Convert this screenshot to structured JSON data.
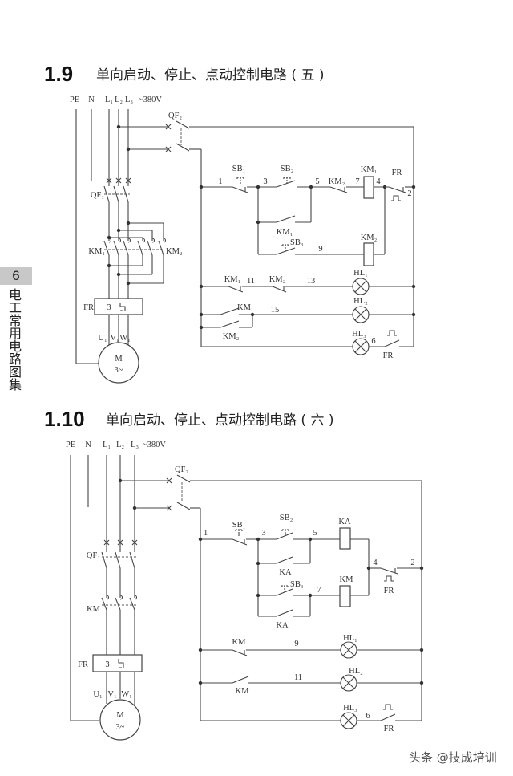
{
  "page": {
    "side_tab": {
      "chapter": "6",
      "book_title": "电工常用电路图集"
    },
    "watermark": "头条 @技成培训"
  },
  "d1": {
    "number": "1.9",
    "title": "单向启动、停止、点动控制电路 ( 五 )",
    "labels": {
      "pe": "PE",
      "n": "N",
      "l1": "L₁",
      "l2": "L₂",
      "l3": "L₃",
      "voltage": "~380V",
      "qf2": "QF₂",
      "qf1": "QF₁",
      "km1_main": "KM₁",
      "km2_main": "KM₂",
      "fr_main": "FR",
      "fr_setting": "3",
      "u": "U₁",
      "v": "V₁",
      "w": "W₁",
      "motor": "M",
      "motor_phase": "3~",
      "n1": "1",
      "sb1": "SB₁",
      "n3": "3",
      "sb2": "SB₂",
      "n5": "5",
      "km2_nc": "KM₂",
      "n7": "7",
      "km1_coil": "KM₁",
      "n4": "4",
      "fr_nc": "FR",
      "n2": "2",
      "km1_hold": "KM₁",
      "sb3": "SB₃",
      "n9": "9",
      "km2_coil": "KM₂",
      "km1_ind": "KM₁",
      "n11": "11",
      "km2_ind": "KM₂",
      "n13": "13",
      "hl1": "HL₁",
      "km1_run": "KM₁",
      "n15": "15",
      "hl2": "HL₂",
      "km2_run": "KM₂",
      "hl3": "HL₃",
      "n6": "6",
      "fr_alarm": "FR"
    }
  },
  "d2": {
    "number": "1.10",
    "title": "单向启动、停止、点动控制电路 ( 六 )",
    "labels": {
      "pe": "PE",
      "n": "N",
      "l1": "L₁",
      "l2": "L₂",
      "l3": "L₃",
      "voltage": "~380V",
      "qf2": "QF₂",
      "qf1": "QF₁",
      "km_main": "KM",
      "fr_main": "FR",
      "fr_setting": "3",
      "u": "U₁",
      "v": "V₁",
      "w": "W₁",
      "motor": "M",
      "motor_phase": "3~",
      "n1": "1",
      "sb1": "SB₁",
      "n3": "3",
      "sb2": "SB₂",
      "n5": "5",
      "ka_coil": "KA",
      "ka_hold1": "KA",
      "n4": "4",
      "n2": "2",
      "fr_nc": "FR",
      "sb3": "SB₃",
      "n7": "7",
      "km_coil": "KM",
      "ka_hold2": "KA",
      "km_ind": "KM",
      "n9": "9",
      "hl1": "HL₁",
      "hl2": "HL₂",
      "n11": "11",
      "km_run": "KM",
      "hl3": "HL₃",
      "n6": "6",
      "fr_alarm": "FR"
    }
  }
}
